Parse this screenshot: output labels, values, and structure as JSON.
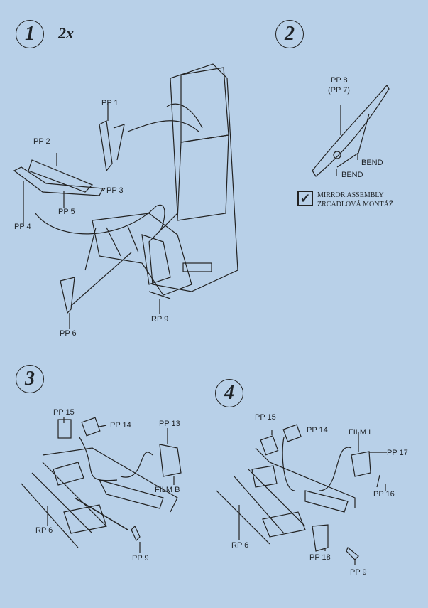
{
  "steps": [
    {
      "number": "1",
      "multiplier": "2x",
      "labels": {
        "pp1": "PP 1",
        "pp2": "PP 2",
        "pp3": "PP 3",
        "pp4": "PP 4",
        "pp5": "PP 5",
        "pp6": "PP 6",
        "rp9": "RP 9"
      }
    },
    {
      "number": "2",
      "labels": {
        "pp8": "PP 8",
        "pp7": "(PP 7)",
        "bend1": "BEND",
        "bend2": "BEND"
      },
      "note": {
        "line1": "MIRROR  ASSEMBLY",
        "line2": "ZRCADLOVÁ MONTÁŽ",
        "icon": "checkbox-check-icon"
      }
    },
    {
      "number": "3",
      "labels": {
        "pp15": "PP 15",
        "pp14": "PP 14",
        "pp13": "PP 13",
        "film": "FILM B",
        "rp6": "RP 6",
        "pp9": "PP 9"
      }
    },
    {
      "number": "4",
      "labels": {
        "pp15": "PP 15",
        "pp14": "PP 14",
        "film": "FILM I",
        "pp17": "PP 17",
        "pp16": "PP 16",
        "rp6": "RP 6",
        "pp18": "PP 18",
        "pp9": "PP 9"
      }
    }
  ],
  "colors": {
    "paper": "#b8d0e8",
    "ink": "#1e2226"
  }
}
